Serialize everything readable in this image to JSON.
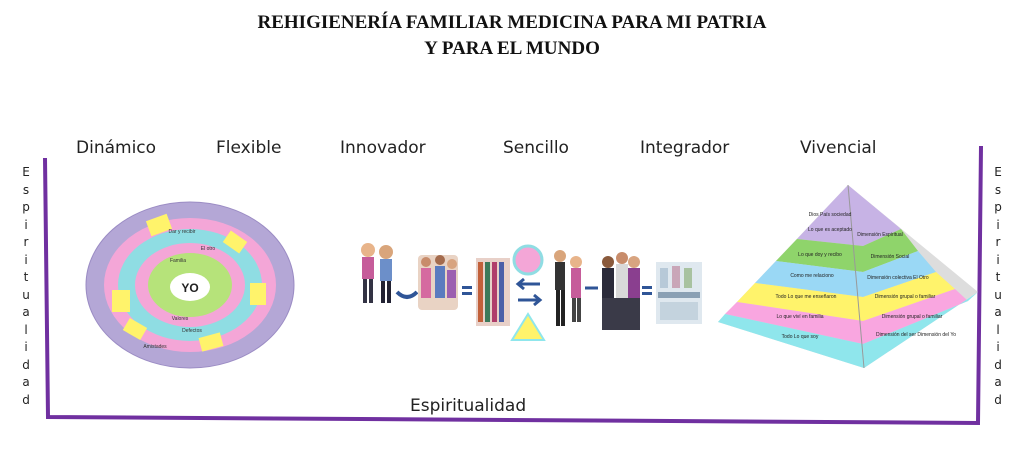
{
  "title": {
    "line1": "REHIGIENERÍA FAMILIAR MEDICINA PARA MI PATRIA",
    "line2": "Y PARA EL MUNDO"
  },
  "attributes": [
    "Dinámico",
    "Flexible",
    "Innovador",
    "Sencillo",
    "Integrador",
    "Vivencial"
  ],
  "side_label": "Espiritualidad",
  "bottom_label": "Espiritualidad",
  "colors": {
    "frame": "#7030a0",
    "ring_outer": "#b4a7d6",
    "ring_pink": "#f4a6d7",
    "ring_cyan": "#8fdde3",
    "ring_yellow": "#fff36b",
    "center_green": "#b6e37a"
  },
  "circle_diagram": {
    "center": "YO",
    "ring_labels": [
      "Dar y recibir",
      "El otro",
      "Familia",
      "Defectos",
      "Valores",
      "Amistades"
    ]
  },
  "pyramid": {
    "left_face": [
      "Dios País sociedad",
      "Lo que es aceptado",
      "Lo que doy y recibo",
      "Como me relaciono",
      "Todo Lo que me enseñaron",
      "Lo que viví en familia",
      "Todo Lo que soy"
    ],
    "right_face": [
      "Dimensión Espiritual",
      "Dimensión Social",
      "Dimensión colectiva El Otro",
      "Dimensión grupal o familiar",
      "Dimensión grupal o familiar",
      "Dimensión del ser Dimensión del Yo"
    ],
    "layer_colors": [
      "#c7b3e5",
      "#8fd46b",
      "#9ad8f5",
      "#fff36b",
      "#f9a6e0",
      "#8fe6ec"
    ]
  }
}
